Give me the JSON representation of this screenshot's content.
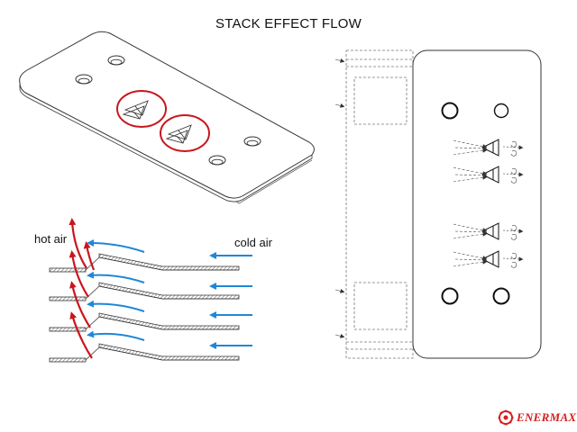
{
  "title": "STACK EFFECT FLOW",
  "labels": {
    "hot_air": "hot air",
    "cold_air": "cold air"
  },
  "brand": {
    "name": "ENERMAX",
    "color": "#d41f1f"
  },
  "colors": {
    "hot_air_arrow": "#c8161d",
    "cold_air_arrow": "#1f87d6",
    "highlight_circle": "#c8161d",
    "line": "#333333"
  },
  "icons": [
    "vent-fin-icon",
    "enermax-logo-icon"
  ]
}
